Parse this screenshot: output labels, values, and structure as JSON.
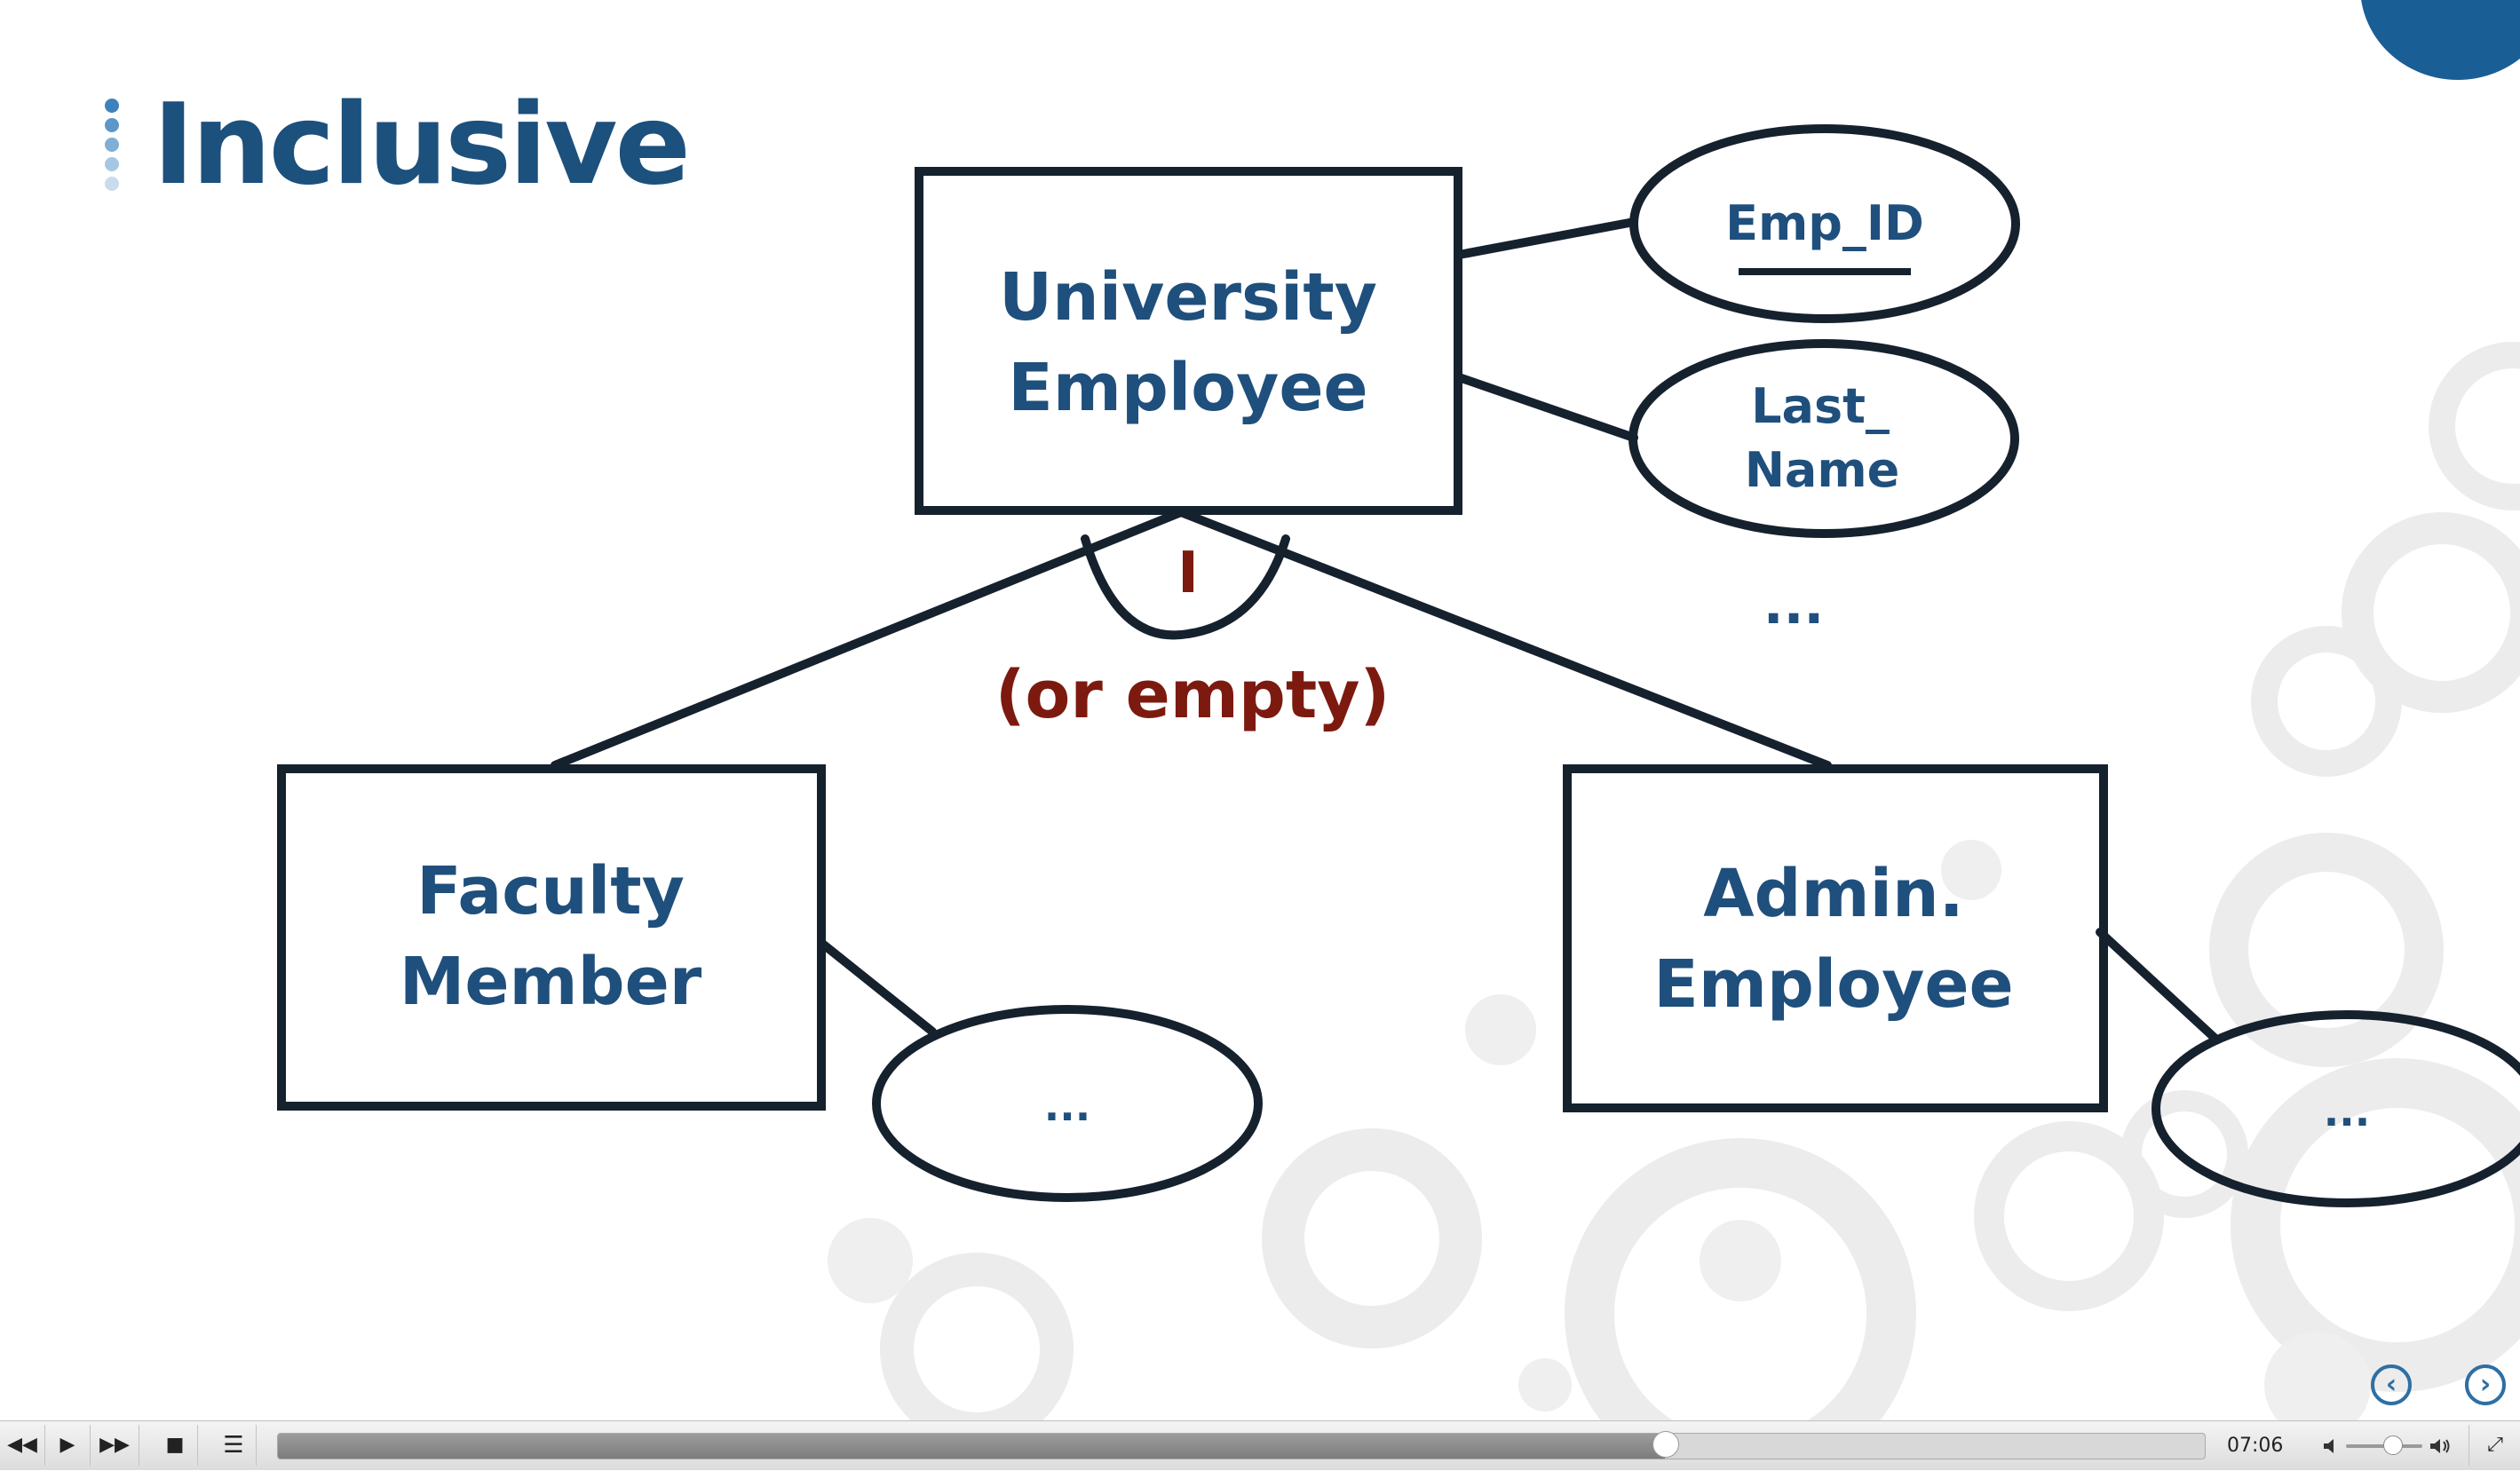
{
  "slide": {
    "title": "Inclusive",
    "entities": {
      "supertype": [
        "University",
        "Employee"
      ],
      "left_subtype": [
        "Faculty",
        "Member"
      ],
      "right_subtype": [
        "Admin.",
        "Employee"
      ]
    },
    "attributes": {
      "emp_id": "Emp_ID",
      "last_name": [
        "Last_",
        "Name"
      ],
      "more_super": "...",
      "left_sub": "...",
      "right_sub": "..."
    },
    "constraint_label": "I",
    "constraint_note": "(or empty)"
  },
  "colors": {
    "title": "#1c507d",
    "entity_text": "#1f4f7c",
    "constraint": "#7d1a10",
    "lines": "#16212e",
    "accent": "#1a5e96"
  },
  "nav": {
    "prev_icon": "chevron-left-icon",
    "next_icon": "chevron-right-icon"
  },
  "player": {
    "time": "07:06",
    "progress": 0.72,
    "volume": 0.62,
    "icons": {
      "rewind": "rewind-icon",
      "play": "play-icon",
      "forward": "fast-forward-icon",
      "stop": "stop-icon",
      "menu": "menu-icon",
      "mute": "speaker-low-icon",
      "volume": "speaker-high-icon",
      "fullscreen": "fullscreen-icon"
    }
  }
}
